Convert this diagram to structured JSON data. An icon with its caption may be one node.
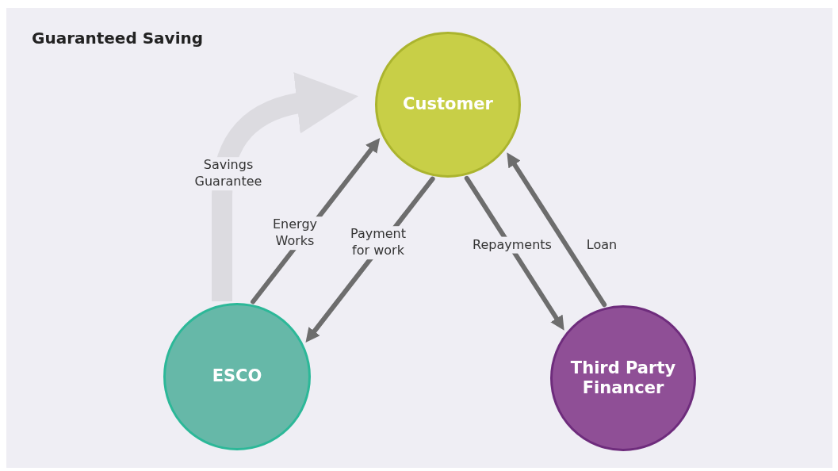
{
  "diagram": {
    "title": "Guaranteed Saving",
    "nodes": [
      {
        "text": [
          "Customer"
        ]
      },
      {
        "text": [
          "ESCO"
        ]
      },
      {
        "text": [
          "Third Party Financer"
        ]
      }
    ],
    "edges": [
      {
        "from": 1,
        "to": 0,
        "arrow": "to",
        "label": "Energy Works"
      },
      {
        "from": 0,
        "to": 1,
        "arrow": "to",
        "label": "Payment for work"
      },
      {
        "from": 0,
        "to": 2,
        "arrow": "to",
        "label": "Repayments"
      },
      {
        "from": 2,
        "to": 0,
        "arrow": "to",
        "label": "Loan"
      },
      {
        "from": 1,
        "to": 0,
        "arrow": "to",
        "label": "Savings Guarantee",
        "style": "thick",
        "color": "#dcdbe0"
      }
    ]
  }
}
